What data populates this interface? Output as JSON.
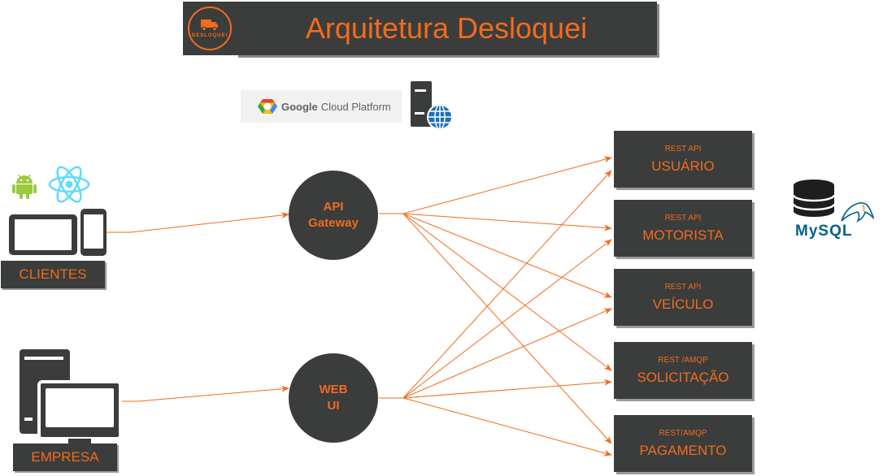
{
  "title": "Arquitetura Desloquei",
  "logo_text": "DESLOQUEI",
  "cloud": {
    "brand": "Google",
    "product": "Cloud Platform"
  },
  "clients_label": "CLIENTES",
  "company_label": "EMPRESA",
  "gateway": {
    "line1": "API",
    "line2": "Gateway"
  },
  "webui": {
    "line1": "WEB",
    "line2": "UI"
  },
  "services": [
    {
      "protocol": "REST API",
      "name": "USUÁRIO"
    },
    {
      "protocol": "REST API",
      "name": "MOTORISTA"
    },
    {
      "protocol": "REST API",
      "name": "VEÍCULO"
    },
    {
      "protocol": "REST /AMQP",
      "name": "SOLICITAÇÃO"
    },
    {
      "protocol": "REST/AMQP",
      "name": "PAGAMENTO"
    }
  ],
  "database_label": "MySQL",
  "colors": {
    "accent": "#f26b1d",
    "box": "#3a3d3c",
    "android": "#9cc93f",
    "react": "#61dafb",
    "mysql_blue": "#00618a"
  }
}
